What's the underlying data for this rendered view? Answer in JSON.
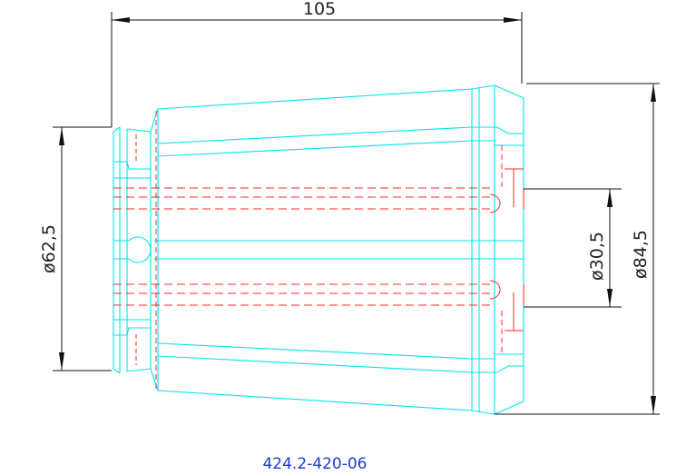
{
  "dimensions": {
    "length": "105",
    "small_diameter": "ø62,5",
    "bore_diameter": "ø30,5",
    "large_diameter": "ø84,5"
  },
  "part_number": "424.2-420-06",
  "colors": {
    "outline": "#00e5ee",
    "hidden_lines": "#ff2a2a",
    "dimension_lines": "#111111",
    "part_number_text": "#1a3ad8"
  }
}
